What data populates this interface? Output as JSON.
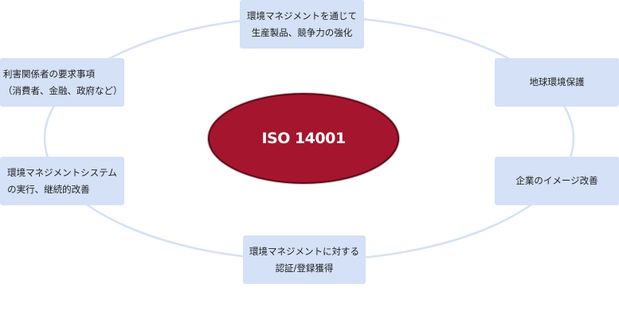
{
  "colors": {
    "center_fill": "#a5152e",
    "center_text": "#ffffff",
    "box_fill": "#d4e1f6",
    "ring_stroke": "#d4e1f6"
  },
  "diagram": {
    "center": {
      "label": "ISO 14001"
    },
    "nodes": [
      {
        "id": "top",
        "label": "環境マネジメントを通じて\n生産製品、競争力の強化"
      },
      {
        "id": "right1",
        "label": "地球環境保護"
      },
      {
        "id": "right2",
        "label": "企業のイメージ改善"
      },
      {
        "id": "bottom",
        "label": "環境マネジメントに対する\n認証/登録獲得"
      },
      {
        "id": "left2",
        "label": "環境マネジメントシステム\nの実行、継続的改善"
      },
      {
        "id": "left1",
        "label": "利害関係者の要求事項\n（消費者、金融、政府など）"
      }
    ]
  }
}
